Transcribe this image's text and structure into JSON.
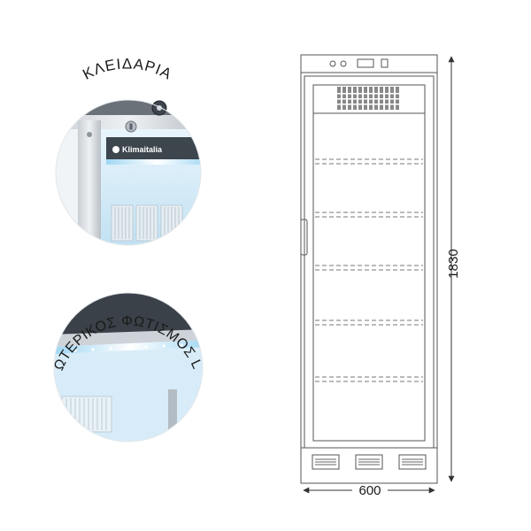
{
  "details": {
    "lock": {
      "caption": "ΚΛΕΙΔΑΡΙΑ",
      "brand_label": "Klimaitalia"
    },
    "led": {
      "caption": "ΕΣΩΤΕΡΙΚΟΣ ΦΩΤΙΣΜΟΣ LED"
    }
  },
  "dimensions": {
    "width": "600",
    "height": "1830"
  },
  "colors": {
    "line": "#555555",
    "photo_blue": "#cfe8f6",
    "photo_frame": "#d8dde2",
    "dashed": "#777777"
  },
  "icons": {
    "lock": "lock-icon",
    "arrow": "dimension-arrow-icon"
  }
}
